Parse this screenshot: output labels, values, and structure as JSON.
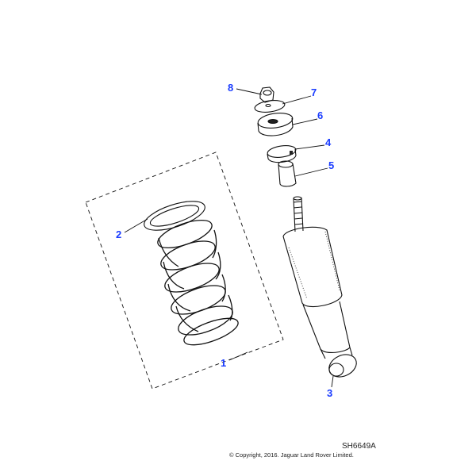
{
  "diagram": {
    "callouts": [
      "1",
      "2",
      "3",
      "4",
      "5",
      "6",
      "7",
      "8"
    ],
    "reference": "SH6649A",
    "copyright": "© Copyright, 2016. Jaguar Land Rover Limited.",
    "callout_color": "#1a3cff"
  }
}
